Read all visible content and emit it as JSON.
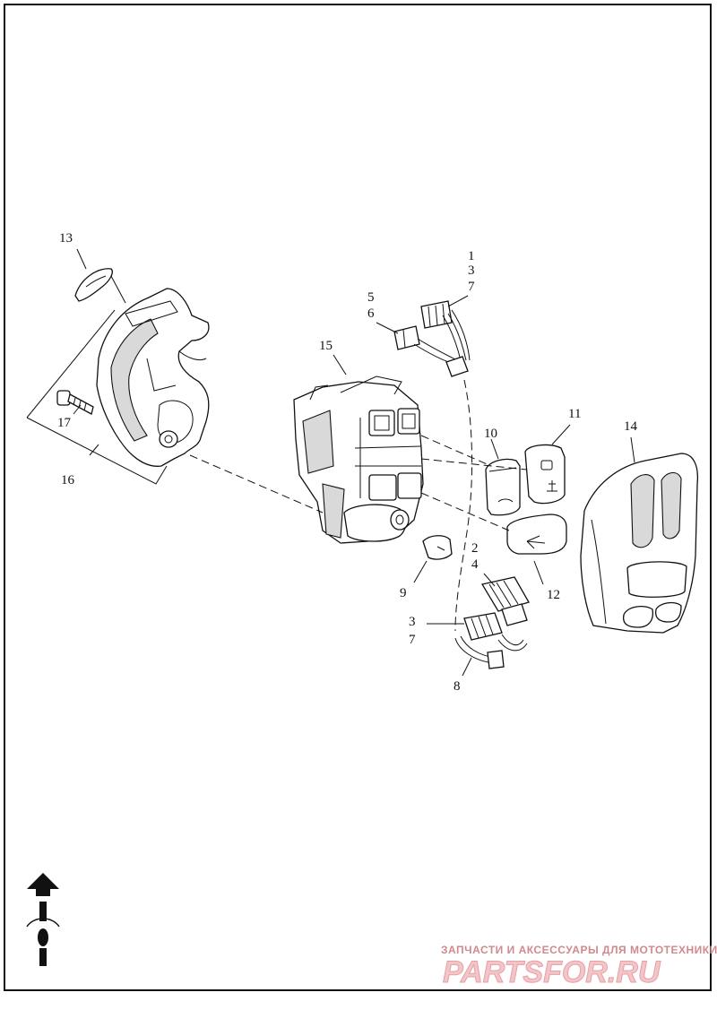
{
  "callouts": [
    {
      "id": "c1",
      "text": "1"
    },
    {
      "id": "c3a",
      "text": "3"
    },
    {
      "id": "c7a",
      "text": "7"
    },
    {
      "id": "c5",
      "text": "5"
    },
    {
      "id": "c6",
      "text": "6"
    },
    {
      "id": "c13",
      "text": "13"
    },
    {
      "id": "c15",
      "text": "15"
    },
    {
      "id": "c17",
      "text": "17"
    },
    {
      "id": "c16",
      "text": "16"
    },
    {
      "id": "c10",
      "text": "10"
    },
    {
      "id": "c11",
      "text": "11"
    },
    {
      "id": "c14",
      "text": "14"
    },
    {
      "id": "c2",
      "text": "2"
    },
    {
      "id": "c4",
      "text": "4"
    },
    {
      "id": "c9",
      "text": "9"
    },
    {
      "id": "c12",
      "text": "12"
    },
    {
      "id": "c3b",
      "text": "3"
    },
    {
      "id": "c7b",
      "text": "7"
    },
    {
      "id": "c8",
      "text": "8"
    }
  ],
  "watermark": {
    "tagline": "ЗАПЧАСТИ И АКСЕССУАРЫ ДЛЯ МОТОТЕХНИКИ",
    "brand": "PARTSFOR.RU",
    "color": "#e6a0a6"
  },
  "icons": {
    "orientation": "front-arrow-icon"
  }
}
